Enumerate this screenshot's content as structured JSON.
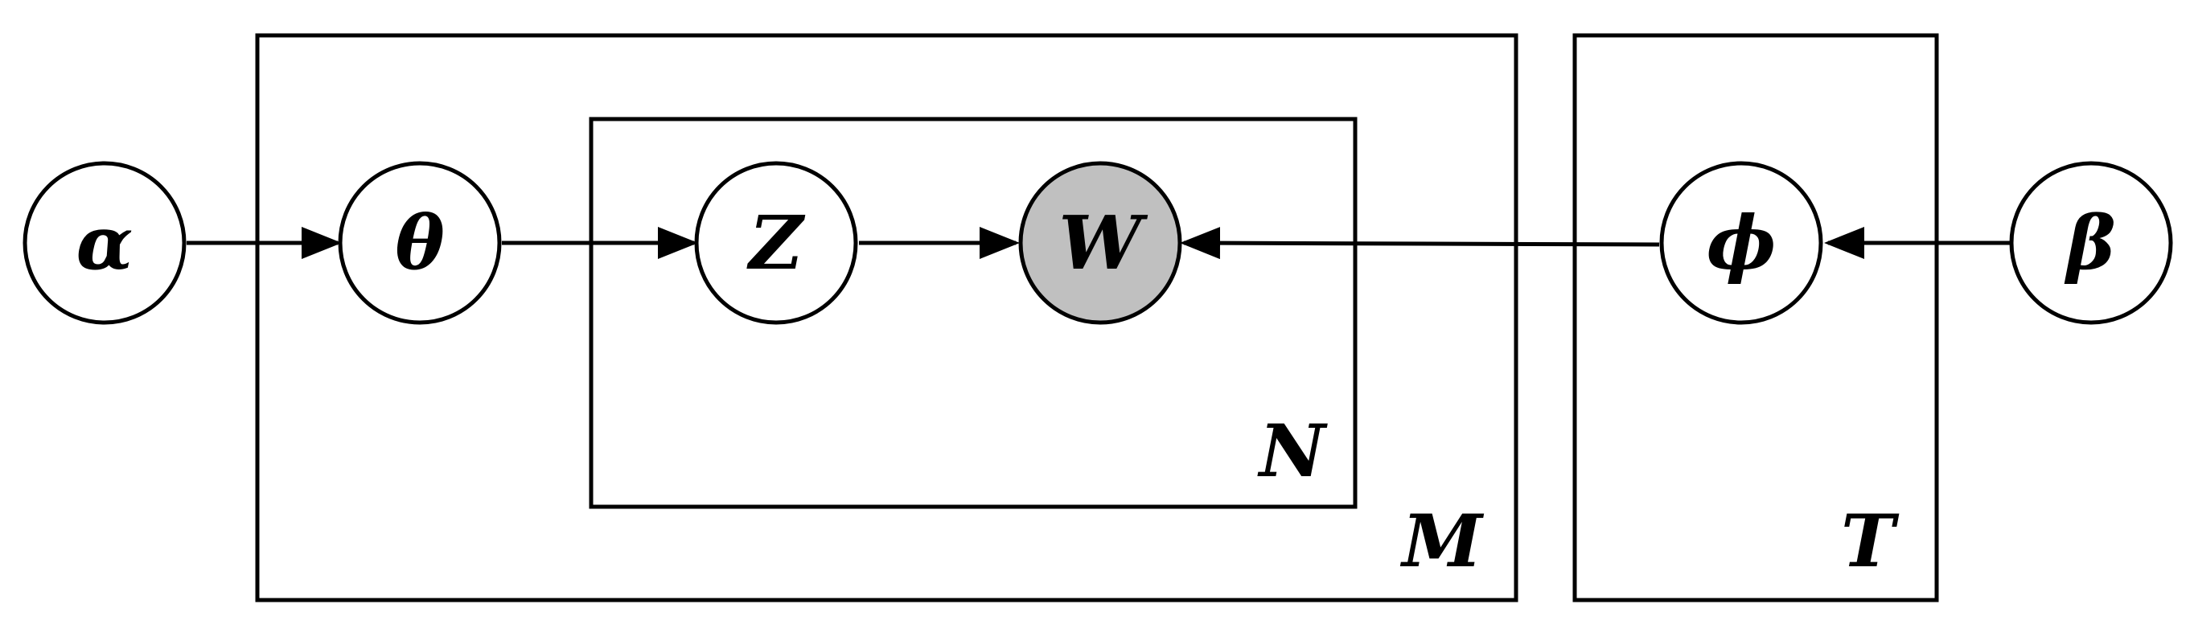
{
  "diagram": {
    "nodes": [
      {
        "id": "alpha",
        "label": "α",
        "observed": false
      },
      {
        "id": "theta",
        "label": "θ",
        "observed": false
      },
      {
        "id": "z",
        "label": "Z",
        "observed": false
      },
      {
        "id": "w",
        "label": "W",
        "observed": true
      },
      {
        "id": "phi",
        "label": "ϕ",
        "observed": false
      },
      {
        "id": "beta",
        "label": "β",
        "observed": false
      }
    ],
    "edges": [
      {
        "from": "alpha",
        "to": "theta"
      },
      {
        "from": "theta",
        "to": "z"
      },
      {
        "from": "z",
        "to": "w"
      },
      {
        "from": "phi",
        "to": "w"
      },
      {
        "from": "beta",
        "to": "phi"
      }
    ],
    "plates": [
      {
        "id": "M",
        "label": "M"
      },
      {
        "id": "N",
        "label": "N"
      },
      {
        "id": "T",
        "label": "T"
      }
    ],
    "colors": {
      "stroke": "#000000",
      "node_fill": "#ffffff",
      "observed_fill": "#c0c0c0"
    }
  }
}
